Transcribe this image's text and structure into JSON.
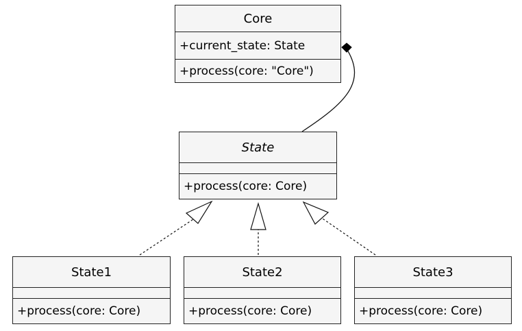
{
  "diagram": {
    "classes": {
      "core": {
        "name": "Core",
        "attributes": [
          "+current_state: State"
        ],
        "operations": [
          "+process(core: \"Core\")"
        ]
      },
      "state": {
        "name": "State",
        "abstract": true,
        "attributes": [],
        "operations": [
          "+process(core: Core)"
        ]
      },
      "state1": {
        "name": "State1",
        "attributes": [],
        "operations": [
          "+process(core: Core)"
        ]
      },
      "state2": {
        "name": "State2",
        "attributes": [],
        "operations": [
          "+process(core: Core)"
        ]
      },
      "state3": {
        "name": "State3",
        "attributes": [],
        "operations": [
          "+process(core: Core)"
        ]
      }
    },
    "relationships": [
      {
        "type": "composition",
        "whole": "Core",
        "part": "State"
      },
      {
        "type": "realization",
        "from": "State1",
        "to": "State"
      },
      {
        "type": "realization",
        "from": "State2",
        "to": "State"
      },
      {
        "type": "realization",
        "from": "State3",
        "to": "State"
      }
    ]
  }
}
